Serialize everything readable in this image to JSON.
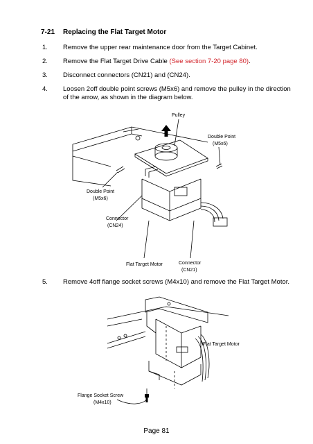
{
  "section": {
    "number": "7-21",
    "title": "Replacing the Flat Target Motor"
  },
  "steps": [
    {
      "n": "1.",
      "text": "Remove the upper rear maintenance door from the Target Cabinet."
    },
    {
      "n": "2.",
      "text": "Remove the Flat Target Drive Cable ",
      "ref": "(See section 7-20 page 80)",
      "tail": "."
    },
    {
      "n": "3.",
      "text": "Disconnect connectors (CN21) and (CN24)."
    },
    {
      "n": "4.",
      "text": "Loosen 2off double point screws (M5x6) and remove the pulley in the direction of the arrow, as shown in the diagram below."
    },
    {
      "n": "5.",
      "text": "Remove 4off flange socket screws (M4x10) and remove the Flat Target Motor."
    }
  ],
  "diagram1": {
    "pulley": "Pulley",
    "dp_right_1": "Double Point",
    "dp_right_2": "(M5x6)",
    "dp_left_1": "Double Point",
    "dp_left_2": "(M5x6)",
    "cn24_1": "Connector",
    "cn24_2": "(CN24)",
    "motor": "Flat Target Motor",
    "cn21_1": "Connector",
    "cn21_2": "(CN21)"
  },
  "diagram2": {
    "motor": "Flat Target Motor",
    "screw_1": "Flange Socket Screw",
    "screw_2": "(M4x10)"
  },
  "footer": "Page 81"
}
